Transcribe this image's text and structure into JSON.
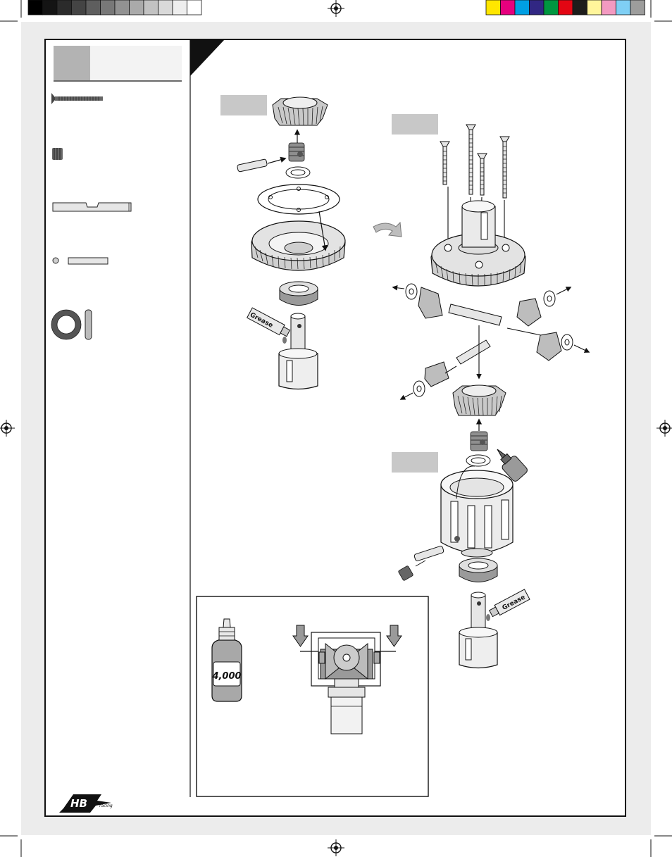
{
  "colors": {
    "gray_bar": [
      "#000000",
      "#141414",
      "#2b2b2b",
      "#444444",
      "#5e5e5e",
      "#787878",
      "#929292",
      "#aaaaaa",
      "#c2c2c2",
      "#d9d9d9",
      "#eeeeee",
      "#ffffff"
    ],
    "color_bar": [
      "#ffe600",
      "#e6007e",
      "#009fe3",
      "#312783",
      "#009640",
      "#e30613",
      "#1d1d1b",
      "#fff59b",
      "#f39ac1",
      "#7fcff4",
      "#9d9d9c"
    ],
    "page_panel": "#ececec",
    "step_block": "#b3b3b3",
    "step_label": "#f3f3f3",
    "sub_label": "#c8c8c8",
    "part_fill": "#d9d9d9",
    "part_dark": "#9a9a9a",
    "ink": "#1a1a1a"
  },
  "labels": {
    "grease_left": "Grease",
    "grease_right": "Grease",
    "oil_bottle": "4,000",
    "logo_mark": "HB",
    "logo_sub": "racing"
  },
  "icons": [
    "crosshair-icon",
    "countersunk-screw-icon",
    "set-screw-icon",
    "shaft-icon",
    "pin-icon",
    "o-ring-icon",
    "bevel-gear-icon",
    "ring-gear-icon",
    "bearing-icon",
    "outdrive-icon",
    "grease-tube-icon",
    "oil-bottle-icon",
    "rotate-arrow-icon",
    "hb-logo-icon"
  ]
}
